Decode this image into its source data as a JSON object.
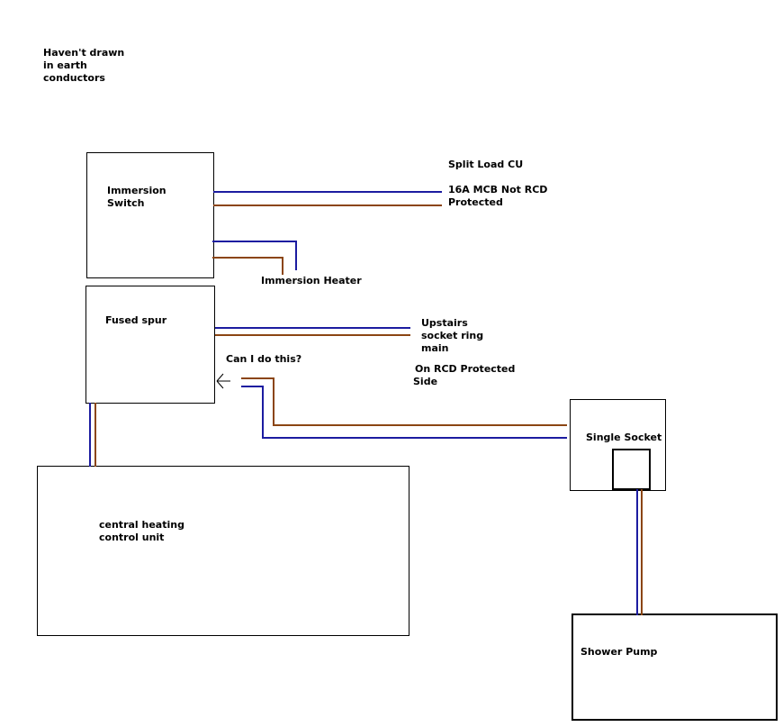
{
  "note": [
    "Haven't drawn",
    "in earth",
    "conductors"
  ],
  "boxes": {
    "immersion_switch": [
      "Immersion",
      "Switch"
    ],
    "fused_spur": "Fused spur",
    "central_heating": [
      "central heating",
      "control unit"
    ],
    "single_socket": "Single Socket",
    "shower_pump": "Shower Pump"
  },
  "labels": {
    "split_load": "Split Load CU",
    "mcb": [
      "16A MCB Not RCD",
      "Protected"
    ],
    "immersion_heater": "Immersion Heater",
    "upstairs": [
      "Upstairs",
      "socket ring",
      "main"
    ],
    "rcd_side": [
      "On RCD Protected",
      "Side"
    ],
    "question": "Can I do this?"
  },
  "colors": {
    "live": "#8B4513",
    "neutral": "#1C1CA0",
    "outline": "#000000"
  }
}
